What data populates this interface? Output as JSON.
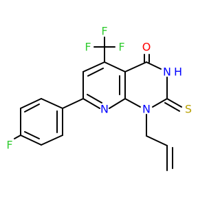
{
  "colors": {
    "bond": "#000000",
    "F": "#33cc33",
    "O": "#ff0000",
    "N": "#0000ff",
    "S": "#b8a000"
  },
  "atoms": {
    "cf3_f_top": "F",
    "cf3_f_left": "F",
    "cf3_f_right": "F",
    "carbonyl_o": "O",
    "nh_n": "N",
    "nh_h": "H",
    "thione_s": "S",
    "pyridine_n": "N",
    "n1": "N",
    "aryl_f": "F"
  }
}
